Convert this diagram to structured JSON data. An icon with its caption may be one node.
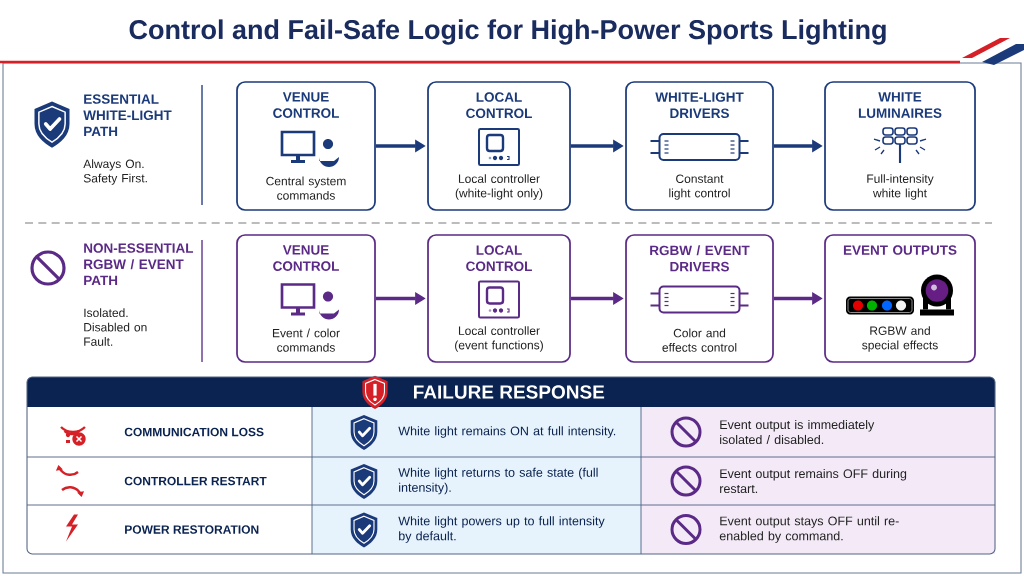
{
  "diagram": {
    "title": "Control and Fail-Safe Logic for High-Power Sports Lighting",
    "nodes": [
      {
        "text": [
          "VENUE CONTROL",
          "Central system commands"
        ]
      },
      {
        "text": [
          "LOCAL CONTROL",
          "Local controller (white-light only)"
        ]
      },
      {
        "text": [
          "WHITE-LIGHT DRIVERS",
          "Constant light control"
        ]
      },
      {
        "text": [
          "WHITE LUMINAIRES",
          "Full-intensity white light"
        ]
      },
      {
        "text": [
          "VENUE CONTROL",
          "Event / color commands"
        ]
      },
      {
        "text": [
          "LOCAL CONTROL",
          "Local controller (event functions)"
        ]
      },
      {
        "text": [
          "RGBW / EVENT DRIVERS",
          "Color and effects control"
        ]
      },
      {
        "text": [
          "EVENT OUTPUTS",
          "RGBW and special effects"
        ]
      }
    ],
    "edges": [
      {
        "from": 0,
        "to": 1,
        "arrow": "to"
      },
      {
        "from": 1,
        "to": 2,
        "arrow": "to"
      },
      {
        "from": 2,
        "to": 3,
        "arrow": "to"
      },
      {
        "from": 4,
        "to": 5,
        "arrow": "to",
        "color": "#5b2a86"
      },
      {
        "from": 5,
        "to": 6,
        "arrow": "to",
        "color": "#5b2a86"
      },
      {
        "from": 6,
        "to": 7,
        "arrow": "to",
        "color": "#5b2a86"
      }
    ],
    "labels": [
      "ESSENTIAL WHITE-LIGHT PATH",
      "Always On. Safety First.",
      "NON-ESSENTIAL RGBW / EVENT PATH",
      "Isolated. Disabled on Fault.",
      "FAILURE RESPONSE",
      "COMMUNICATION LOSS",
      "White light remains ON at full intensity.",
      "Event output is immediately isolated / disabled.",
      "CONTROLLER RESTART",
      "White light returns to safe state (full intensity).",
      "Event output remains OFF during restart.",
      "POWER RESTORATION",
      "White light powers up to full intensity by default.",
      "Event output stays OFF until re-enabled by command."
    ]
  }
}
